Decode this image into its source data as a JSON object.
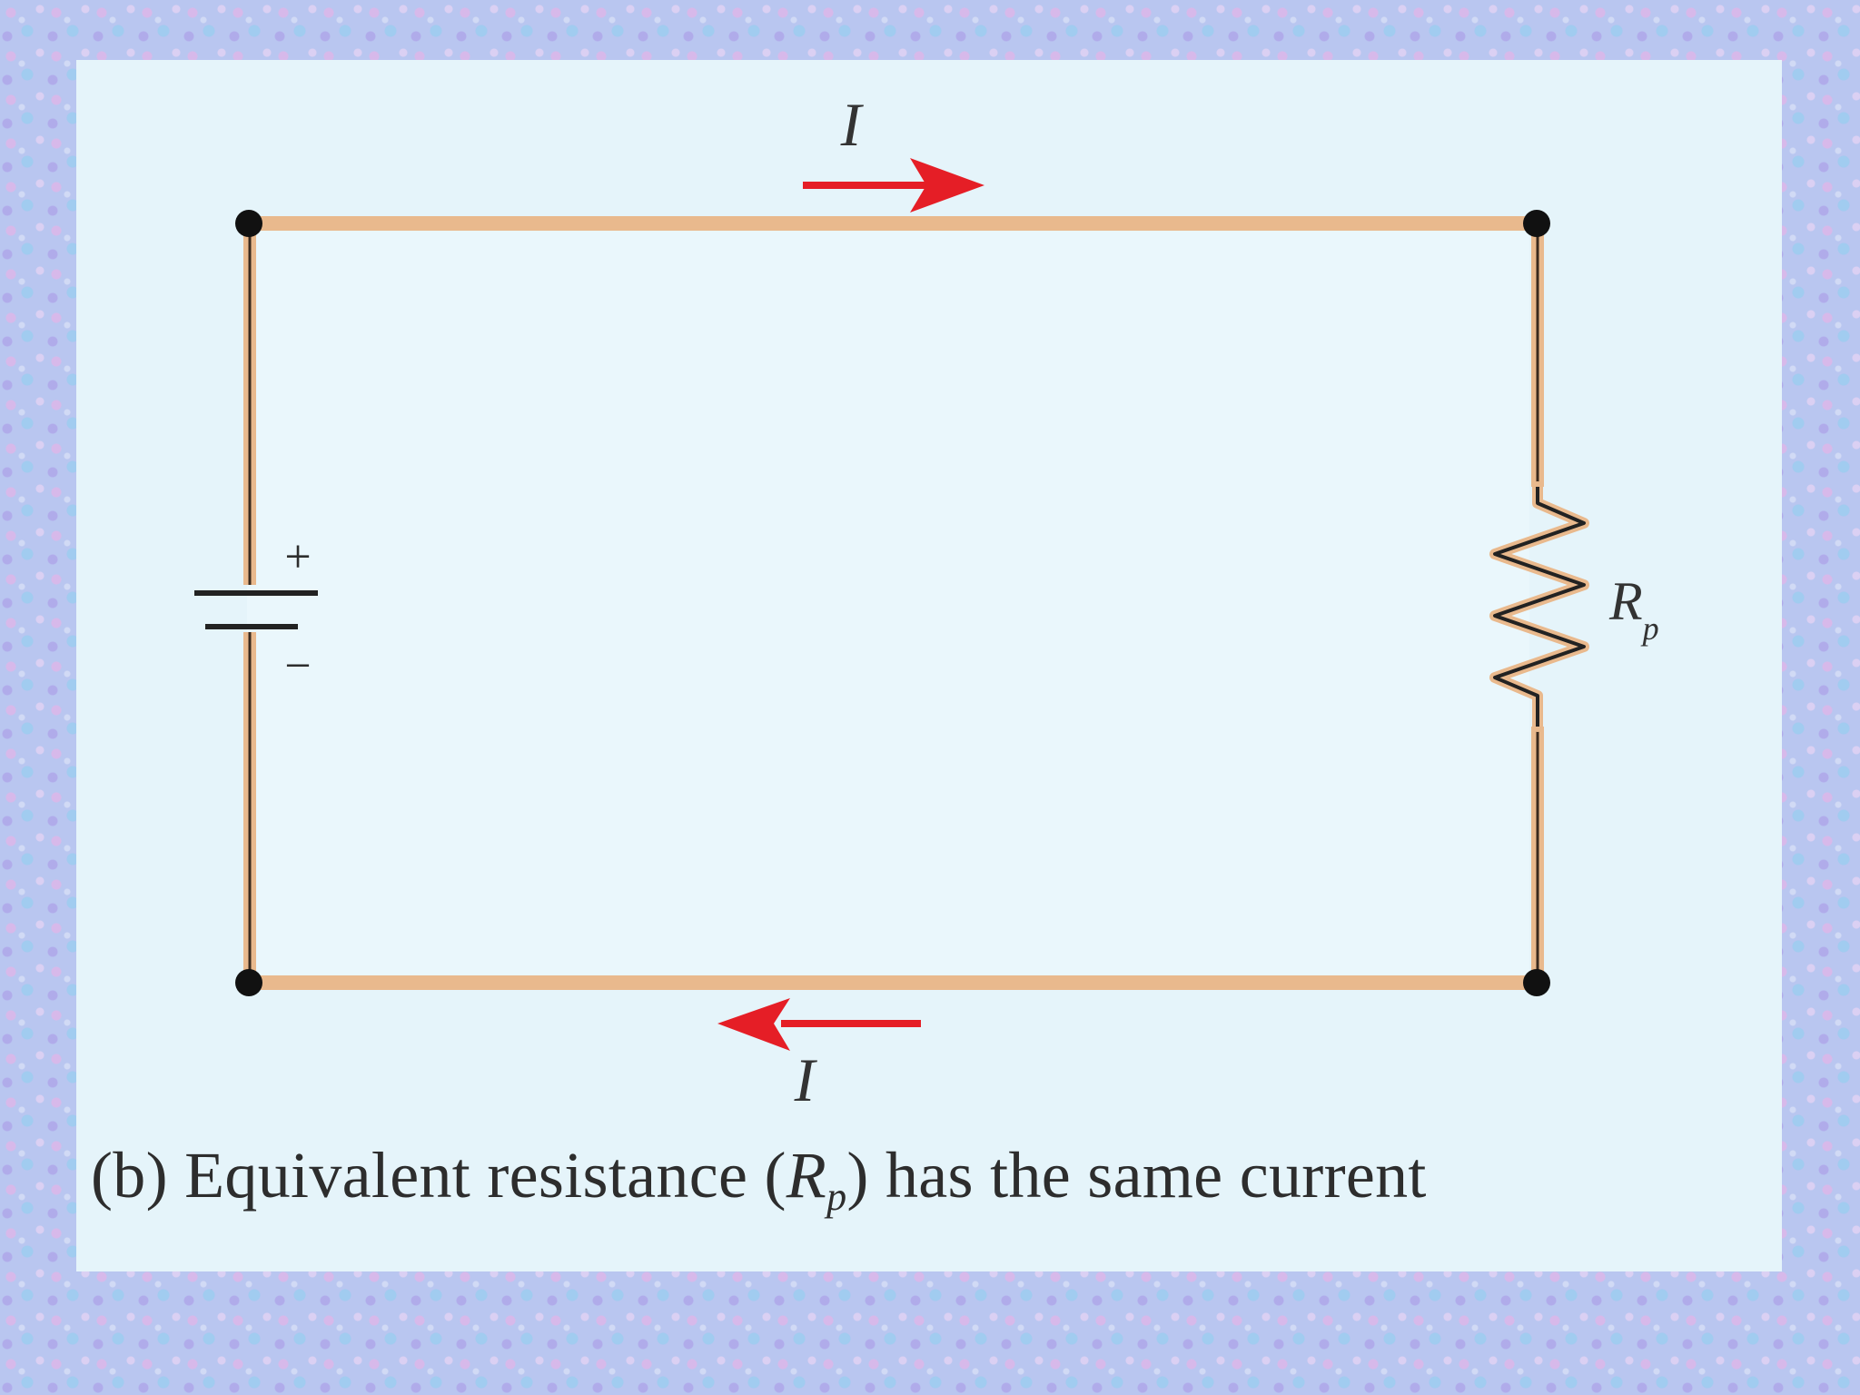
{
  "diagram": {
    "current_label_top": "I",
    "current_label_bottom": "I",
    "battery_positive_sign": "+",
    "battery_negative_sign": "−",
    "resistor_label_symbol": "R",
    "resistor_label_subscript": "p",
    "caption": {
      "prefix": "(b) Equivalent resistance (",
      "symbol": "R",
      "subscript": "p",
      "suffix": ") has the same current"
    },
    "colors": {
      "panel_background": "#e5f4fa",
      "wire_outer": "#e9b98d",
      "wire_core": "#3a2a1e",
      "arrow": "#e51e26",
      "node": "#111111",
      "text": "#2d2d2d"
    }
  }
}
